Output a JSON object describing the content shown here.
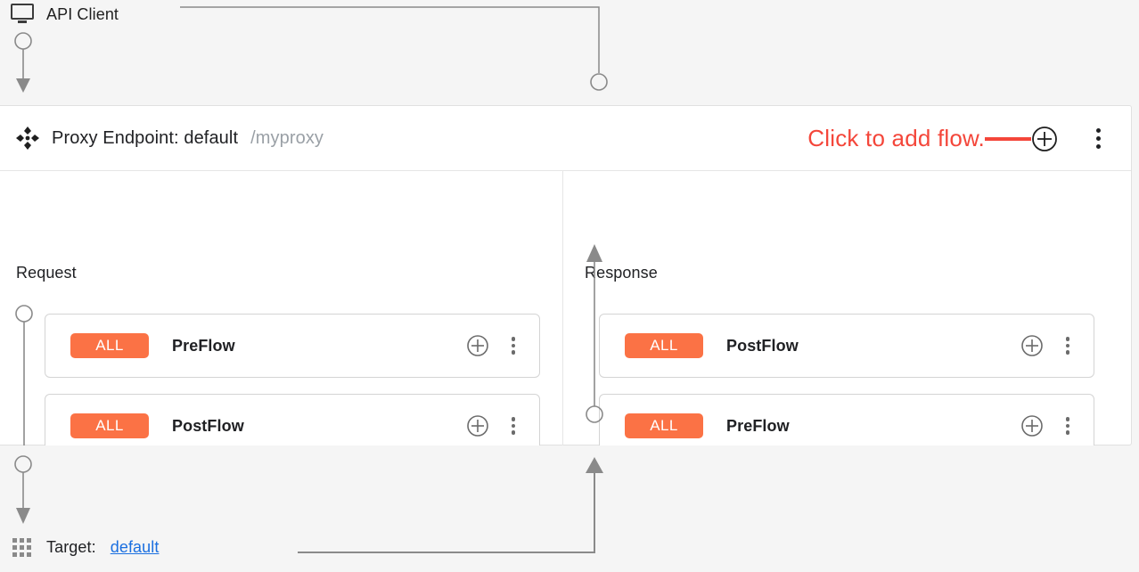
{
  "top": {
    "client_label": "API Client",
    "client_icon": "monitor-icon"
  },
  "header": {
    "move_icon": "move-handle-icon",
    "title": "Proxy Endpoint: default",
    "path": "/myproxy",
    "annotation": "Click to add flow.",
    "annotation_color": "#f4463a",
    "add_icon": "plus-circle-icon",
    "menu_icon": "kebab-menu-icon"
  },
  "columns": [
    {
      "title": "Request",
      "direction": "down",
      "flows": [
        {
          "badge": "ALL",
          "name": "PreFlow",
          "add_icon": "plus-circle-icon",
          "menu_icon": "kebab-menu-icon"
        },
        {
          "badge": "ALL",
          "name": "PostFlow",
          "add_icon": "plus-circle-icon",
          "menu_icon": "kebab-menu-icon"
        }
      ]
    },
    {
      "title": "Response",
      "direction": "up",
      "flows": [
        {
          "badge": "ALL",
          "name": "PostFlow",
          "add_icon": "plus-circle-icon",
          "menu_icon": "kebab-menu-icon"
        },
        {
          "badge": "ALL",
          "name": "PreFlow",
          "add_icon": "plus-circle-icon",
          "menu_icon": "kebab-menu-icon"
        }
      ]
    }
  ],
  "bottom": {
    "grid_icon": "grid-handle-icon",
    "target_label": "Target:",
    "target_value": "default"
  },
  "colors": {
    "badge_orange": "#fb7245",
    "annotation_red": "#f4463a",
    "link_blue": "#1a6fe0",
    "connector_gray": "#8a8a8a",
    "panel_bg": "#ffffff",
    "canvas_bg": "#f5f5f5"
  }
}
